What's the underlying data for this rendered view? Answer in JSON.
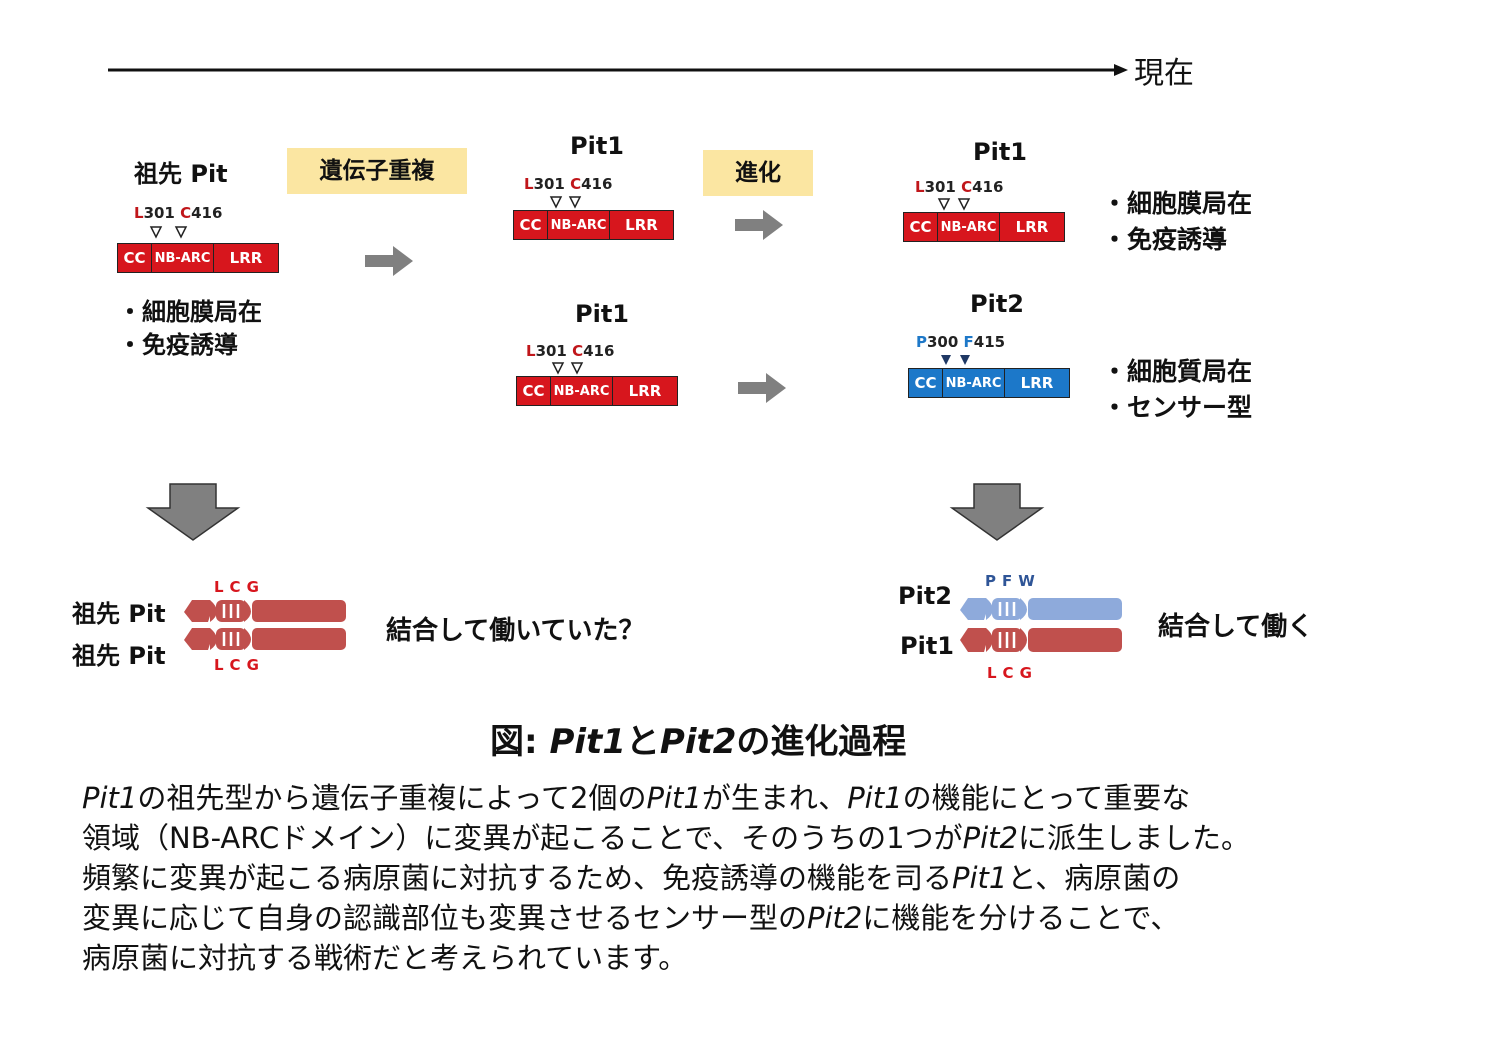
{
  "timeline": {
    "label": "現在"
  },
  "ancestor": {
    "name": "祖先 Pit",
    "mutation": {
      "a_letter": "L",
      "a_num": "301",
      "b_letter": "C",
      "b_num": "416"
    },
    "domains": {
      "cc": "CC",
      "nb": "NB-ARC",
      "lrr": "LRR"
    },
    "features": [
      "・細胞膜局在",
      "・免疫誘導"
    ]
  },
  "step_tags": {
    "duplication": "遺伝子重複",
    "evolution": "進化"
  },
  "dup_top": {
    "name": "Pit1",
    "mutation": {
      "a_letter": "L",
      "a_num": "301",
      "b_letter": "C",
      "b_num": "416"
    },
    "domains": {
      "cc": "CC",
      "nb": "NB-ARC",
      "lrr": "LRR"
    }
  },
  "dup_bottom": {
    "name": "Pit1",
    "mutation": {
      "a_letter": "L",
      "a_num": "301",
      "b_letter": "C",
      "b_num": "416"
    },
    "domains": {
      "cc": "CC",
      "nb": "NB-ARC",
      "lrr": "LRR"
    }
  },
  "present_pit1": {
    "name": "Pit1",
    "mutation": {
      "a_letter": "L",
      "a_num": "301",
      "b_letter": "C",
      "b_num": "416"
    },
    "domains": {
      "cc": "CC",
      "nb": "NB-ARC",
      "lrr": "LRR"
    },
    "features": [
      "・細胞膜局在",
      "・免疫誘導"
    ]
  },
  "present_pit2": {
    "name": "Pit2",
    "mutation": {
      "a_letter": "P",
      "a_num": "300",
      "b_letter": "F",
      "b_num": "415"
    },
    "domains": {
      "cc": "CC",
      "nb": "NB-ARC",
      "lrr": "LRR"
    },
    "features": [
      "・細胞質局在",
      "・センサー型"
    ]
  },
  "dimer_left": {
    "top_label": "祖先 Pit",
    "bottom_label": "祖先 Pit",
    "top_residues": "LCG",
    "bottom_residues": "LCG",
    "caption": "結合して働いていた？"
  },
  "dimer_right": {
    "top_label": "Pit2",
    "bottom_label": "Pit1",
    "top_residues": "PFW",
    "bottom_residues": "LCG",
    "caption": "結合して働く"
  },
  "colors": {
    "pit1": "#d7161d",
    "pit2": "#1c78c9",
    "ancestral_shape": "#c0504d",
    "pit2_shape": "#8eaadb",
    "arrow_gray": "#808080",
    "tag_bg": "#fbe6a2"
  },
  "figure_title": {
    "prefix": "図: ",
    "gene1": "Pit1",
    "conj": "と",
    "gene2": "Pit2",
    "suffix": "の進化過程"
  },
  "paragraph": {
    "line1": [
      {
        "t": "Pit1",
        "i": true
      },
      {
        "t": "の祖先型から遺伝子重複によって2個の"
      },
      {
        "t": "Pit1",
        "i": true
      },
      {
        "t": "が生まれ、"
      },
      {
        "t": "Pit1",
        "i": true
      },
      {
        "t": "の機能にとって重要な"
      }
    ],
    "line2": [
      {
        "t": "領域（NB-ARCドメイン）に変異が起こることで、そのうちの1つが"
      },
      {
        "t": "Pit2",
        "i": true
      },
      {
        "t": "に派生しました。"
      }
    ],
    "line3": [
      {
        "t": "頻繁に変異が起こる病原菌に対抗するため、免疫誘導の機能を司る"
      },
      {
        "t": "Pit1",
        "i": true
      },
      {
        "t": "と、病原菌の"
      }
    ],
    "line4": [
      {
        "t": "変異に応じて自身の認識部位も変異させるセンサー型の"
      },
      {
        "t": "Pit2",
        "i": true
      },
      {
        "t": "に機能を分けることで、"
      }
    ],
    "line5": [
      {
        "t": "病原菌に対抗する戦術だと考えられています。"
      }
    ]
  }
}
